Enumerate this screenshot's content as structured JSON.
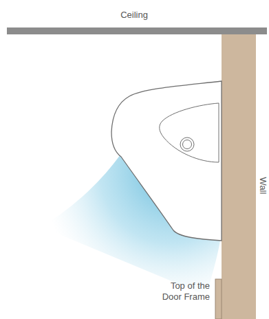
{
  "diagram": {
    "labels": [
      "Ceiling",
      "Wall",
      "Top of the Door Frame"
    ]
  }
}
